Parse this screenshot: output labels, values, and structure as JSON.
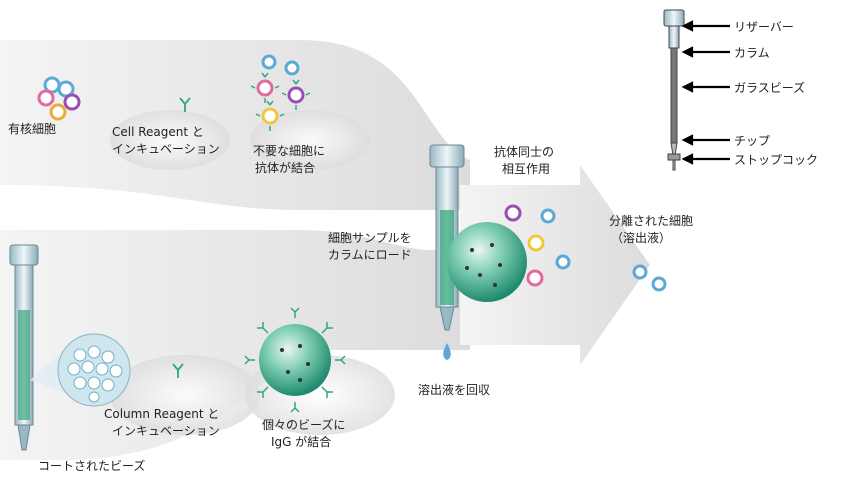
{
  "labels": {
    "nucleated_cells": "有核細胞",
    "cell_reagent_line1": "Cell Reagent と",
    "cell_reagent_line2": "インキュベーション",
    "unwanted_cells_line1": "不要な細胞に",
    "unwanted_cells_line2": "抗体が結合",
    "load_sample_line1": "細胞サンプルを",
    "load_sample_line2": "カラムにロード",
    "antibody_interaction_line1": "抗体同士の",
    "antibody_interaction_line2": "相互作用",
    "separated_cells_line1": "分離された細胞",
    "separated_cells_line2": "（溶出液）",
    "collect_eluate": "溶出液を回収",
    "column_reagent_line1": "Column Reagent と",
    "column_reagent_line2": "インキュベーション",
    "beads_igg_line1": "個々のビーズに",
    "beads_igg_line2": "IgG が結合",
    "coated_beads": "コートされたビーズ"
  },
  "column_legend": {
    "reservoir": "リザーバー",
    "column": "カラム",
    "glass_beads": "ガラスビーズ",
    "tip": "チップ",
    "stopcock": "ストップコック"
  },
  "colors": {
    "flow_arrow": "#e9e9e9",
    "bead": "#2fa58a",
    "column_fill": "#cfe6ef",
    "cell_blue": "#5aa9d6",
    "cell_pink": "#e06aa0",
    "cell_orange": "#f0a93a",
    "cell_purple": "#9b4db3"
  }
}
